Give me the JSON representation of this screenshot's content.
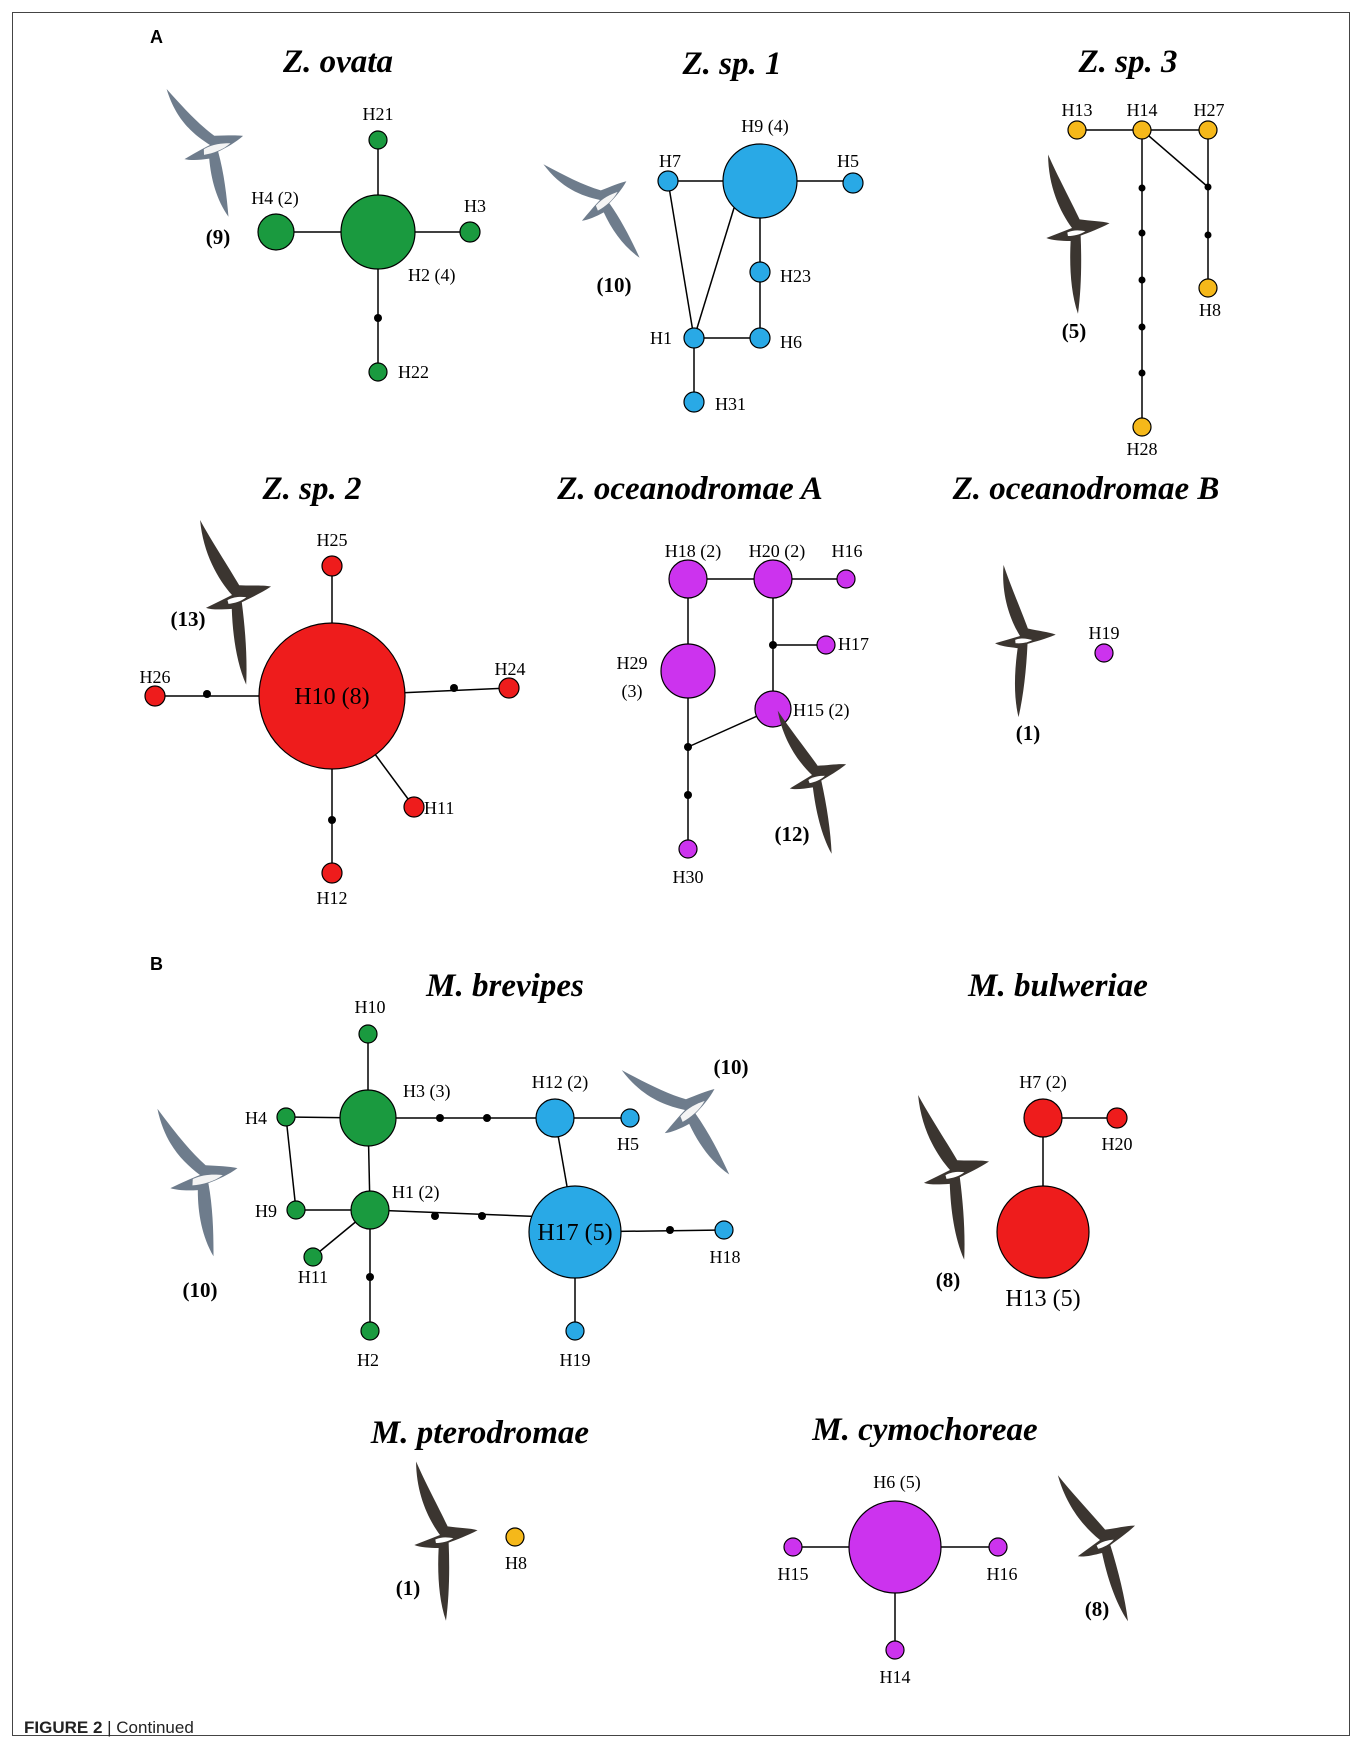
{
  "colors": {
    "green": "#1a9a3f",
    "blue": "#29a9e6",
    "orange": "#f5b81a",
    "red": "#ee1c1c",
    "magenta": "#cc33ee",
    "mutation": "#000000"
  },
  "panels": {
    "a": {
      "letter": "A"
    },
    "b": {
      "letter": "B"
    }
  },
  "species": [
    {
      "id": "z-ovata",
      "title": "Z. ovata",
      "count": "(9)",
      "haplotypes": [
        "H21",
        "H4 (2)",
        "H3",
        "H2 (4)",
        "H22"
      ]
    },
    {
      "id": "z-sp1",
      "title": "Z. sp. 1",
      "count": "(10)",
      "haplotypes": [
        "H9 (4)",
        "H7",
        "H5",
        "H23",
        "H1",
        "H6",
        "H31"
      ]
    },
    {
      "id": "z-sp3",
      "title": "Z. sp. 3",
      "count": "(5)",
      "haplotypes": [
        "H13",
        "H14",
        "H27",
        "H8",
        "H28"
      ]
    },
    {
      "id": "z-sp2",
      "title": "Z. sp. 2",
      "count": "(13)",
      "haplotypes": [
        "H25",
        "H26",
        "H10 (8)",
        "H24",
        "H11",
        "H12"
      ]
    },
    {
      "id": "z-oceanodromae-a",
      "title": "Z. oceanodromae A",
      "count": "(12)",
      "haplotypes": [
        "H18 (2)",
        "H20 (2)",
        "H16",
        "H17",
        "H29",
        "(3)",
        "H15 (2)",
        "H30"
      ]
    },
    {
      "id": "z-oceanodromae-b",
      "title": "Z. oceanodromae B",
      "count": "(1)",
      "haplotypes": [
        "H19"
      ]
    },
    {
      "id": "m-brevipes",
      "title": "M. brevipes",
      "count_left": "(10)",
      "count_right": "(10)",
      "haplotypes": [
        "H10",
        "H3 (3)",
        "H12 (2)",
        "H4",
        "H5",
        "H9",
        "H1 (2)",
        "H17 (5)",
        "H11",
        "H18",
        "H2",
        "H19"
      ]
    },
    {
      "id": "m-bulweriae",
      "title": "M. bulweriae",
      "count": "(8)",
      "haplotypes": [
        "H7 (2)",
        "H20",
        "H13 (5)"
      ]
    },
    {
      "id": "m-pterodromae",
      "title": "M. pterodromae",
      "count": "(1)",
      "haplotypes": [
        "H8"
      ]
    },
    {
      "id": "m-cymochoreae",
      "title": "M. cymochoreae",
      "count": "(8)",
      "haplotypes": [
        "H6 (5)",
        "H15",
        "H16",
        "H14"
      ]
    }
  ],
  "caption": {
    "figure": "FIGURE 2",
    "separator": " | ",
    "text": "Continued"
  }
}
